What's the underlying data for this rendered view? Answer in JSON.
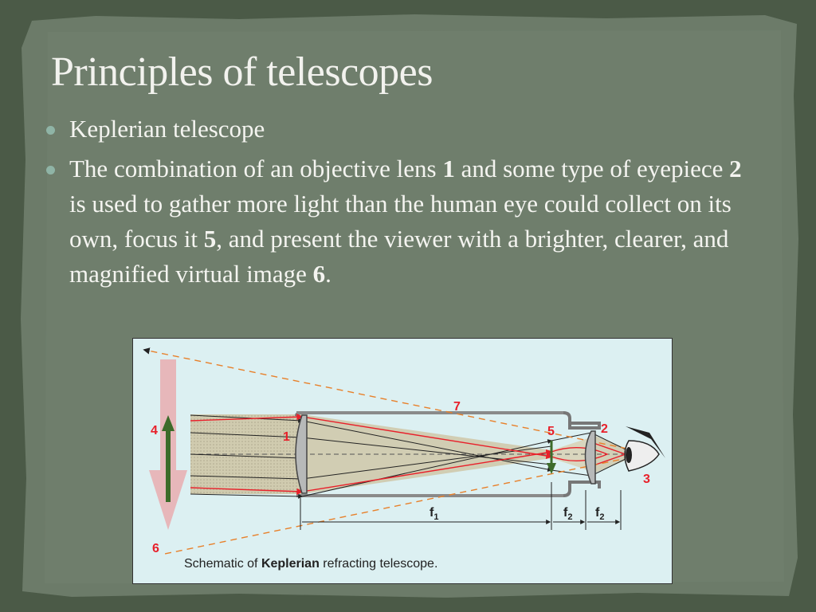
{
  "slide": {
    "title": "Principles of telescopes",
    "colors": {
      "background": "#4b5a47",
      "panel": "#6e7d6b",
      "text": "#f4f4f0",
      "bullet": "#8fb4a6"
    }
  },
  "bullets": [
    {
      "text": "Keplerian telescope"
    },
    {
      "parts": {
        "p1": "The combination of an objective lens ",
        "b1": "1",
        "p2": " and some type of eyepiece ",
        "b2": "2",
        "p3": " is used to gather more light than the human eye could collect on its own, focus it ",
        "b3": "5",
        "p4": ", and present the viewer with a brighter, clearer, and magnified virtual image ",
        "b4": "6",
        "p5": "."
      }
    }
  ],
  "figure": {
    "caption_pre": "Schematic of ",
    "caption_bold": "Keplerian",
    "caption_post": " refracting telescope.",
    "labels": {
      "objective": "1",
      "eyepiece": "2",
      "eye": "3",
      "object": "4",
      "focus": "5",
      "virtual_image": "6",
      "tube": "7",
      "f1": "f",
      "f1_sub": "1",
      "f2": "f",
      "f2_sub": "2"
    },
    "colors": {
      "red": "#e8202a",
      "green": "#3c6b2a",
      "orange": "#e8802a",
      "pink": "#e8b0b4"
    }
  }
}
